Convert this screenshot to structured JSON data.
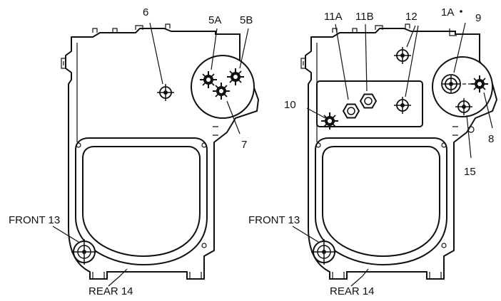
{
  "left_view": {
    "callouts": {
      "c6": "6",
      "c5a": "5A",
      "c5b": "5B",
      "c7": "7",
      "front": "FRONT 13",
      "rear": "REAR 14"
    }
  },
  "right_view": {
    "callouts": {
      "c11a": "11A",
      "c11b": "11B",
      "c12": "12",
      "c1a": "1A",
      "c9": "9",
      "c10": "10",
      "c8": "8",
      "c15": "15",
      "front": "FRONT 13",
      "rear": "REAR 14"
    }
  }
}
